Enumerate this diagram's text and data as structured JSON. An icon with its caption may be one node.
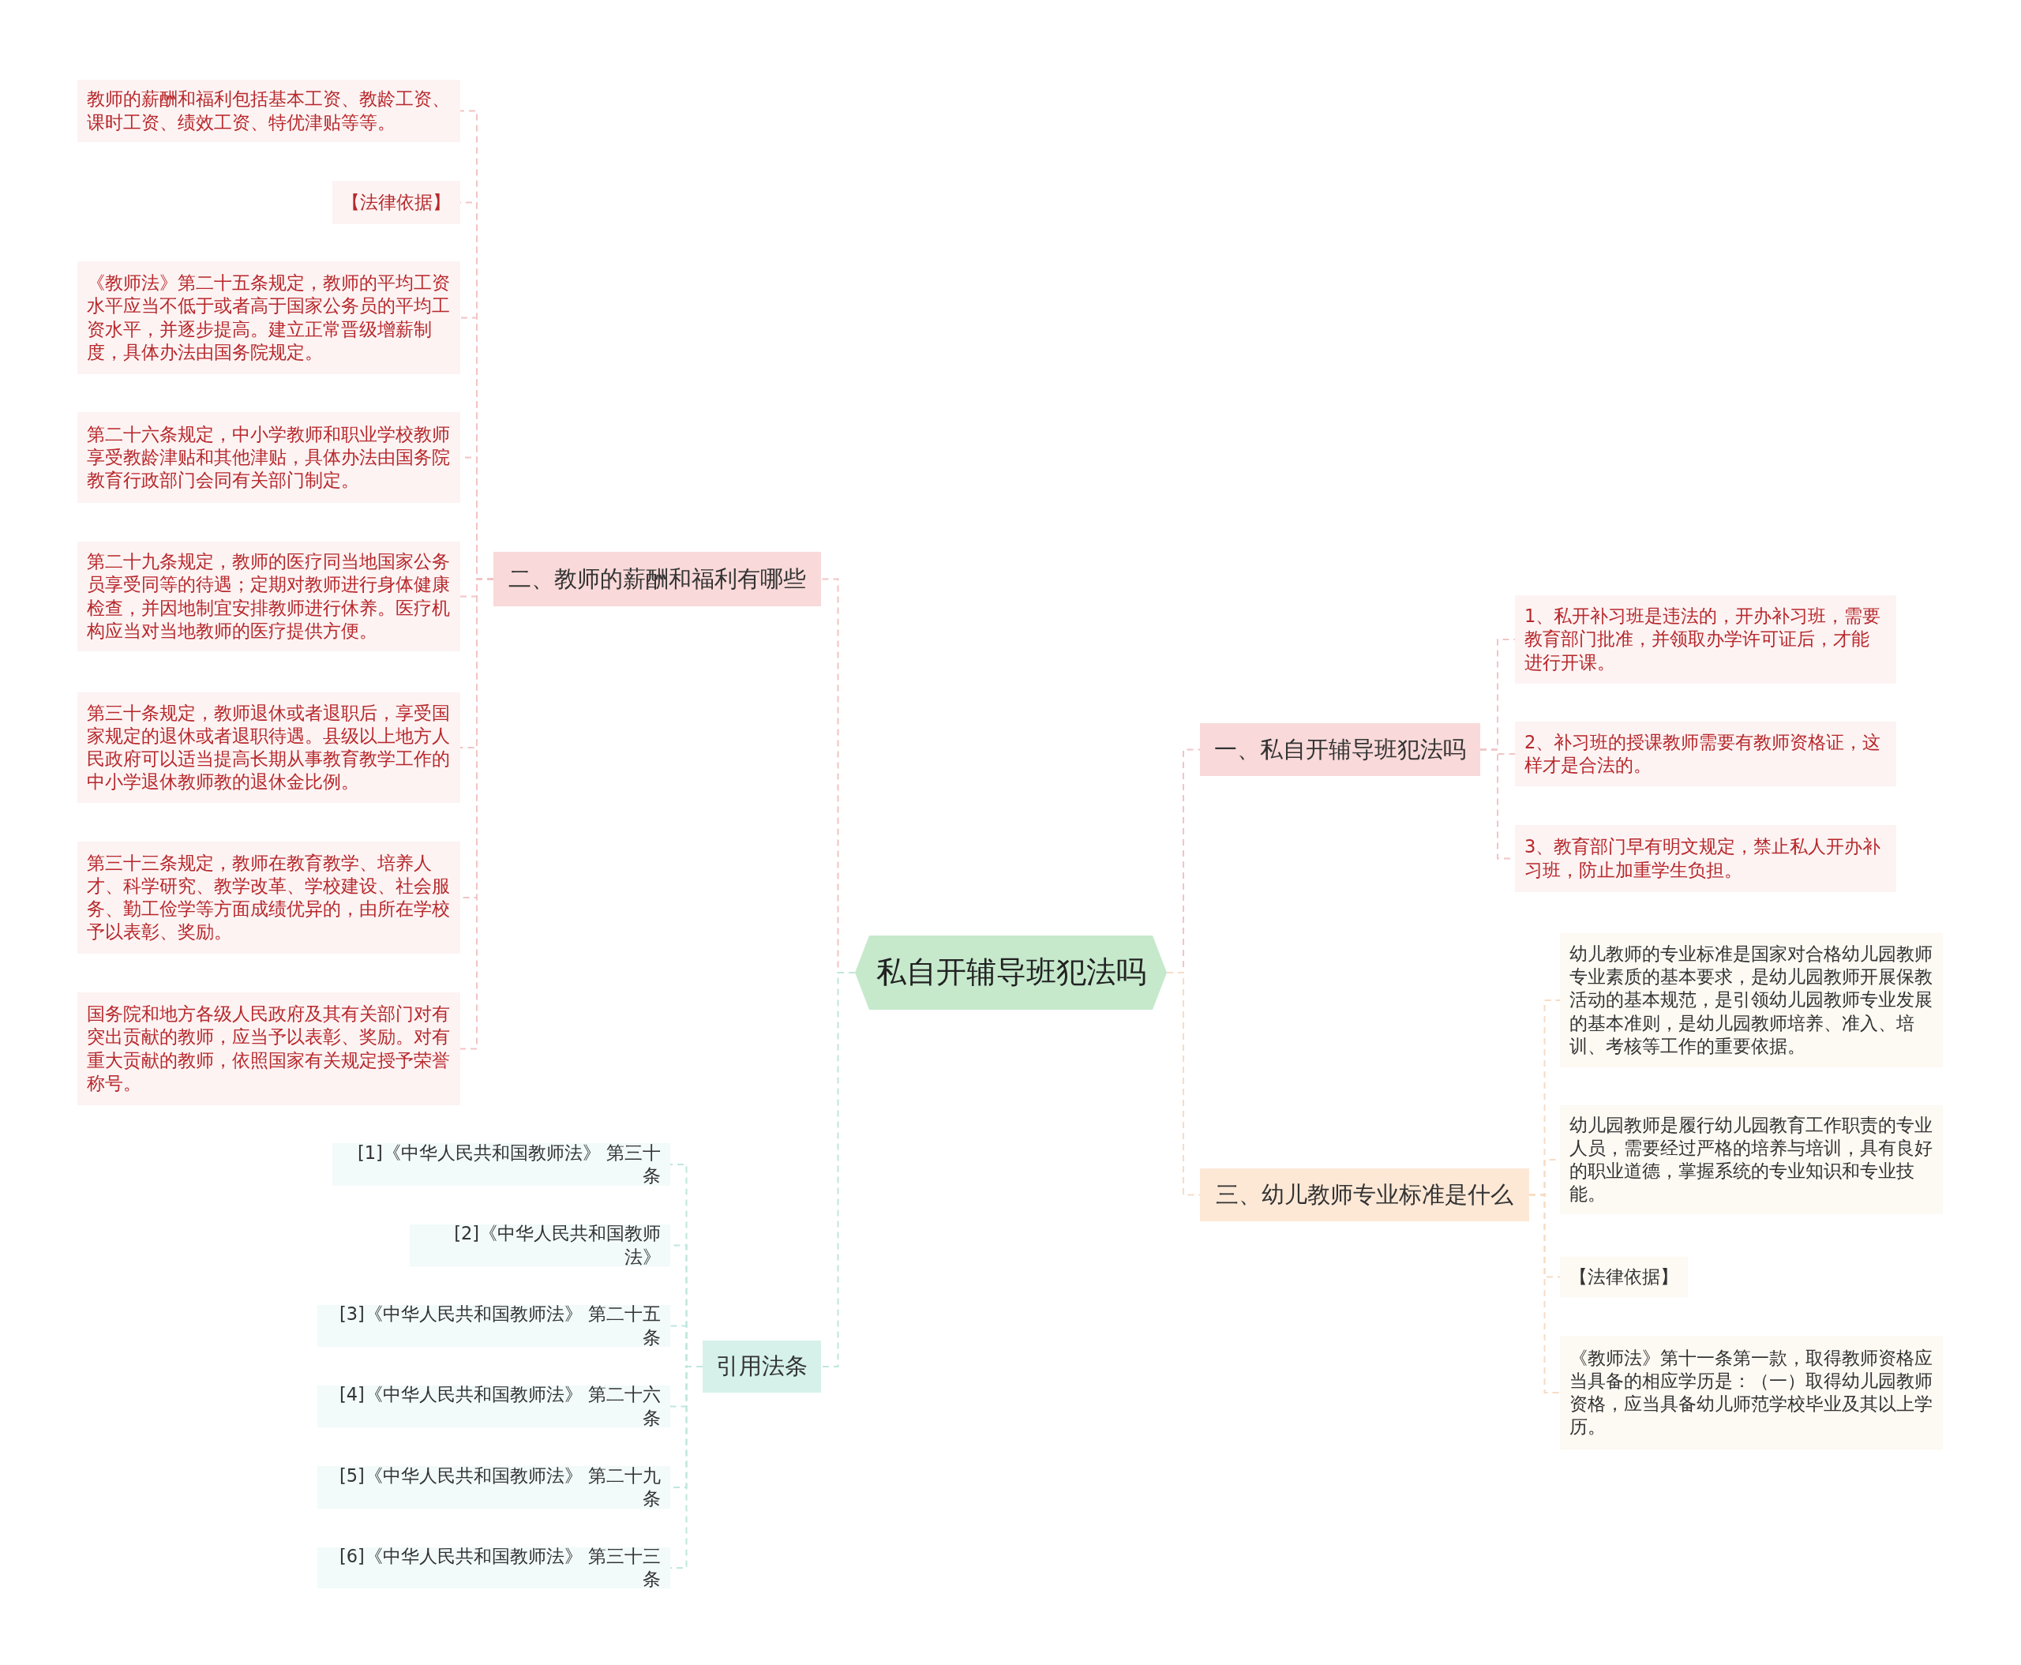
{
  "diagram": {
    "nodes": [
      {
        "text": [
          "私自开辅导班犯法吗"
        ]
      },
      {
        "text": [
          "二、教师的薪酬和福利有哪些"
        ]
      },
      {
        "text": [
          "教师的薪酬和福利包括基本工资、教龄工资、课时工资、绩效工资、特优津贴等等。"
        ]
      },
      {
        "text": [
          "【法律依据】"
        ]
      },
      {
        "text": [
          "《教师法》第二十五条规定，教师的平均工资水平应当不低于或者高于国家公务员的平均工资水平，并逐步提高。建立正常晋级增薪制度，具体办法由国务院规定。"
        ]
      },
      {
        "text": [
          "第二十六条规定，中小学教师和职业学校教师享受教龄津贴和其他津贴，具体办法由国务院教育行政部门会同有关部门制定。"
        ]
      },
      {
        "text": [
          "第二十九条规定，教师的医疗同当地国家公务员享受同等的待遇；定期对教师进行身体健康检查，并因地制宜安排教师进行休养。医疗机构应当对当地教师的医疗提供方便。"
        ]
      },
      {
        "text": [
          "第三十条规定，教师退休或者退职后，享受国家规定的退休或者退职待遇。县级以上地方人民政府可以适当提高长期从事教育教学工作的中小学退休教师教的退休金比例。"
        ]
      },
      {
        "text": [
          "第三十三条规定，教师在教育教学、培养人才、科学研究、教学改革、学校建设、社会服务、勤工俭学等方面成绩优异的，由所在学校予以表彰、奖励。"
        ]
      },
      {
        "text": [
          "国务院和地方各级人民政府及其有关部门对有突出贡献的教师，应当予以表彰、奖励。对有重大贡献的教师，依照国家有关规定授予荣誉称号。"
        ]
      },
      {
        "text": [
          "一、私自开辅导班犯法吗"
        ]
      },
      {
        "text": [
          "1、私开补习班是违法的，开办补习班，需要教育部门批准，并领取办学许可证后，才能进行开课。"
        ]
      },
      {
        "text": [
          "2、补习班的授课教师需要有教师资格证，这样才是合法的。"
        ]
      },
      {
        "text": [
          "3、教育部门早有明文规定，禁止私人开办补习班，防止加重学生负担。"
        ]
      },
      {
        "text": [
          "三、幼儿教师专业标准是什么"
        ]
      },
      {
        "text": [
          "幼儿教师的专业标准是国家对合格幼儿园教师专业素质的基本要求，是幼儿园教师开展保教活动的基本规范，是引领幼儿园教师专业发展的基本准则，是幼儿园教师培养、准入、培训、考核等工作的重要依据。"
        ]
      },
      {
        "text": [
          "幼儿园教师是履行幼儿园教育工作职责的专业人员，需要经过严格的培养与培训，具有良好的职业道德，掌握系统的专业知识和专业技能。"
        ]
      },
      {
        "text": [
          "【法律依据】"
        ]
      },
      {
        "text": [
          "《教师法》第十一条第一款，取得教师资格应当具备的相应学历是：（一）取得幼儿园教师资格，应当具备幼儿师范学校毕业及其以上学历。"
        ]
      },
      {
        "text": [
          "引用法条"
        ]
      },
      {
        "text": [
          "[1]《中华人民共和国教师法》 第三十条"
        ]
      },
      {
        "text": [
          "[2]《中华人民共和国教师法》"
        ]
      },
      {
        "text": [
          "[3]《中华人民共和国教师法》 第二十五条"
        ]
      },
      {
        "text": [
          "[4]《中华人民共和国教师法》 第二十六条"
        ]
      },
      {
        "text": [
          "[5]《中华人民共和国教师法》 第二十九条"
        ]
      },
      {
        "text": [
          "[6]《中华人民共和国教师法》 第三十三条"
        ]
      }
    ],
    "edges": [
      {
        "from": 0,
        "to": 1,
        "arrow": "none",
        "style": "dashed",
        "color": "#f2c4c4"
      },
      {
        "from": 1,
        "to": 2,
        "arrow": "none",
        "style": "dashed",
        "color": "#f2c4c4"
      },
      {
        "from": 1,
        "to": 3,
        "arrow": "none",
        "style": "dashed",
        "color": "#f2c4c4"
      },
      {
        "from": 1,
        "to": 4,
        "arrow": "none",
        "style": "dashed",
        "color": "#f2c4c4"
      },
      {
        "from": 1,
        "to": 5,
        "arrow": "none",
        "style": "dashed",
        "color": "#f2c4c4"
      },
      {
        "from": 1,
        "to": 6,
        "arrow": "none",
        "style": "dashed",
        "color": "#f2c4c4"
      },
      {
        "from": 1,
        "to": 7,
        "arrow": "none",
        "style": "dashed",
        "color": "#f2c4c4"
      },
      {
        "from": 1,
        "to": 8,
        "arrow": "none",
        "style": "dashed",
        "color": "#f2c4c4"
      },
      {
        "from": 1,
        "to": 9,
        "arrow": "none",
        "style": "dashed",
        "color": "#f2c4c4"
      },
      {
        "from": 0,
        "to": 10,
        "arrow": "none",
        "style": "dashed",
        "color": "#f2c4c4"
      },
      {
        "from": 10,
        "to": 11,
        "arrow": "none",
        "style": "dashed",
        "color": "#f2c4c4"
      },
      {
        "from": 10,
        "to": 12,
        "arrow": "none",
        "style": "dashed",
        "color": "#f2c4c4"
      },
      {
        "from": 10,
        "to": 13,
        "arrow": "none",
        "style": "dashed",
        "color": "#f2c4c4"
      },
      {
        "from": 0,
        "to": 14,
        "arrow": "none",
        "style": "dashed",
        "color": "#f7dcc4"
      },
      {
        "from": 14,
        "to": 15,
        "arrow": "none",
        "style": "dashed",
        "color": "#f7dcc4"
      },
      {
        "from": 14,
        "to": 16,
        "arrow": "none",
        "style": "dashed",
        "color": "#f7dcc4"
      },
      {
        "from": 14,
        "to": 17,
        "arrow": "none",
        "style": "dashed",
        "color": "#f7dcc4"
      },
      {
        "from": 14,
        "to": 18,
        "arrow": "none",
        "style": "dashed",
        "color": "#f7dcc4"
      },
      {
        "from": 0,
        "to": 19,
        "arrow": "none",
        "style": "dashed",
        "color": "#bfe6de"
      },
      {
        "from": 19,
        "to": 20,
        "arrow": "none",
        "style": "dashed",
        "color": "#bfe6de"
      },
      {
        "from": 19,
        "to": 21,
        "arrow": "none",
        "style": "dashed",
        "color": "#bfe6de"
      },
      {
        "from": 19,
        "to": 22,
        "arrow": "none",
        "style": "dashed",
        "color": "#bfe6de"
      },
      {
        "from": 19,
        "to": 23,
        "arrow": "none",
        "style": "dashed",
        "color": "#bfe6de"
      },
      {
        "from": 19,
        "to": 24,
        "arrow": "none",
        "style": "dashed",
        "color": "#bfe6de"
      },
      {
        "from": 19,
        "to": 25,
        "arrow": "none",
        "style": "dashed",
        "color": "#bfe6de"
      }
    ]
  }
}
